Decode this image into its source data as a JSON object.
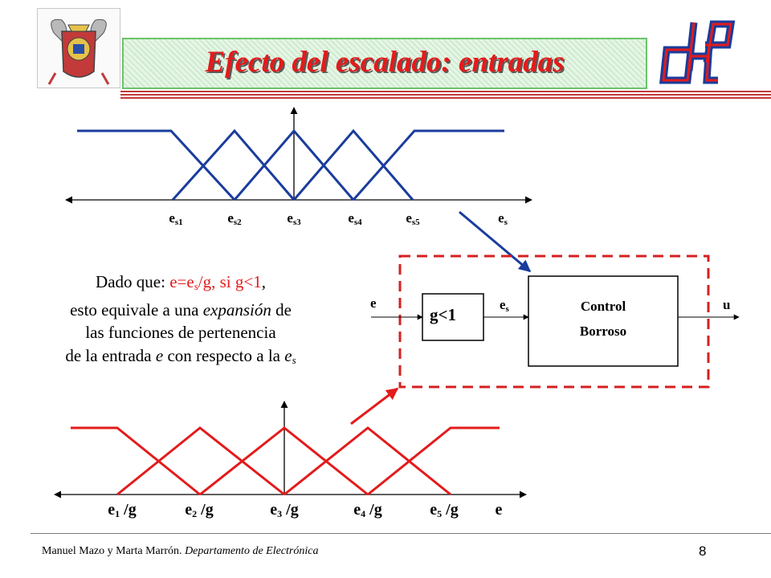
{
  "title": "Efecto del escalado: entradas",
  "logo_text": "dEP",
  "icons": {
    "crest": "university-crest-icon",
    "logo": "department-logo-icon"
  },
  "colors": {
    "title": "#e31b1b",
    "blue_mf": "#1a3c9c",
    "red_mf": "#e31b1b",
    "title_box_border": "#6cc36c"
  },
  "top_axis_labels": [
    {
      "base": "e",
      "sub": "s1"
    },
    {
      "base": "e",
      "sub": "s2"
    },
    {
      "base": "e",
      "sub": "s3"
    },
    {
      "base": "e",
      "sub": "s4"
    },
    {
      "base": "e",
      "sub": "s5"
    },
    {
      "base": "e",
      "sub": "s"
    }
  ],
  "bottom_axis_labels": [
    {
      "base": "e",
      "sub": "1",
      "rest": " /g"
    },
    {
      "base": "e",
      "sub": "2",
      "rest": " /g"
    },
    {
      "base": "e",
      "sub": "3",
      "rest": " /g"
    },
    {
      "base": "e",
      "sub": "4",
      "rest": " /g"
    },
    {
      "base": "e",
      "sub": "5",
      "rest": " /g"
    },
    {
      "base": "e",
      "sub": "",
      "rest": ""
    }
  ],
  "explanation": {
    "line1_pre": "Dado que: ",
    "line1_red_a": "e=e",
    "line1_red_sub": "s",
    "line1_red_b": "/g, si g<1",
    "line1_post": ",",
    "line2_pre": "esto equivale a una ",
    "line2_italic": "expansión",
    "line2_post": " de",
    "line3": "las funciones de pertenencia",
    "line4_pre": "de la entrada ",
    "line4_e": "e",
    "line4_mid": " con respecto a  la ",
    "line4_es": "e",
    "line4_es_sub": "s"
  },
  "block_diagram": {
    "input_label": "e",
    "gain_label": "g<1",
    "es_label_base": "e",
    "es_label_sub": "s",
    "controller_line1": "Control",
    "controller_line2": "Borroso",
    "output_label": "u"
  },
  "footer": {
    "authors": "Manuel Mazo y Marta Marrón. ",
    "department": "Departamento de Electrónica",
    "page_number": "8"
  }
}
